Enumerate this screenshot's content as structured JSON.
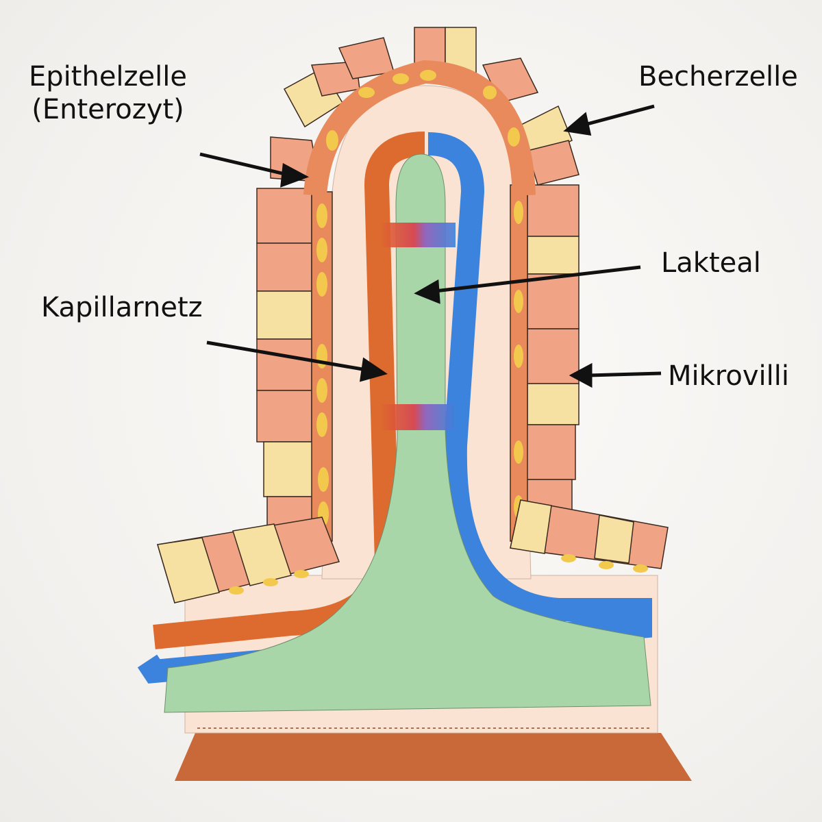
{
  "labels": {
    "epithelzelle_line1": "Epithelzelle",
    "epithelzelle_line2": "(Enterozyt)",
    "becherzelle": "Becherzelle",
    "lakteal": "Lakteal",
    "kapillarnetz": "Kapillarnetz",
    "mikrovilli": "Mikrovilli"
  },
  "colors": {
    "enterocyte": "#f0a385",
    "goblet_cell": "#f7e1a2",
    "nucleus": "#f2c94c",
    "lamina_propria": "#fbe3d3",
    "lacteal": "#a9d6a8",
    "artery": "#dd6a2e",
    "vein": "#3b83dc",
    "base_layer": "#c9693a",
    "arrow": "#111111"
  }
}
